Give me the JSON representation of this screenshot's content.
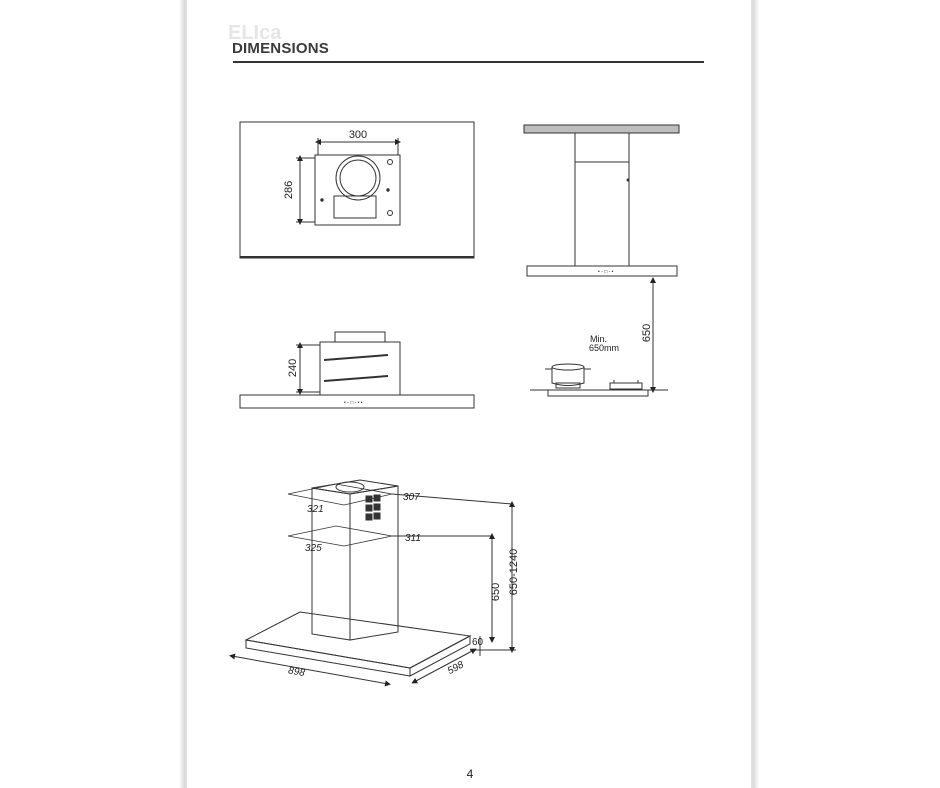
{
  "header": {
    "title": "DIMENSIONS",
    "ghost_text": "ELIca"
  },
  "top_view": {
    "width_label": "300",
    "depth_label": "286"
  },
  "front_view": {
    "height_label": "240"
  },
  "side_view": {
    "clearance_label": "650",
    "min_note_line1": "Min.",
    "min_note_line2": "650mm"
  },
  "iso_view": {
    "chimney_top_front": "321",
    "chimney_top_side": "307",
    "chimney_bottom_front": "325",
    "chimney_bottom_side": "311",
    "height_label": "650",
    "height_range_label": "650-1240",
    "canopy_thickness": "60",
    "canopy_width": "898",
    "canopy_depth": "598"
  },
  "footer": {
    "page_number": "4"
  }
}
